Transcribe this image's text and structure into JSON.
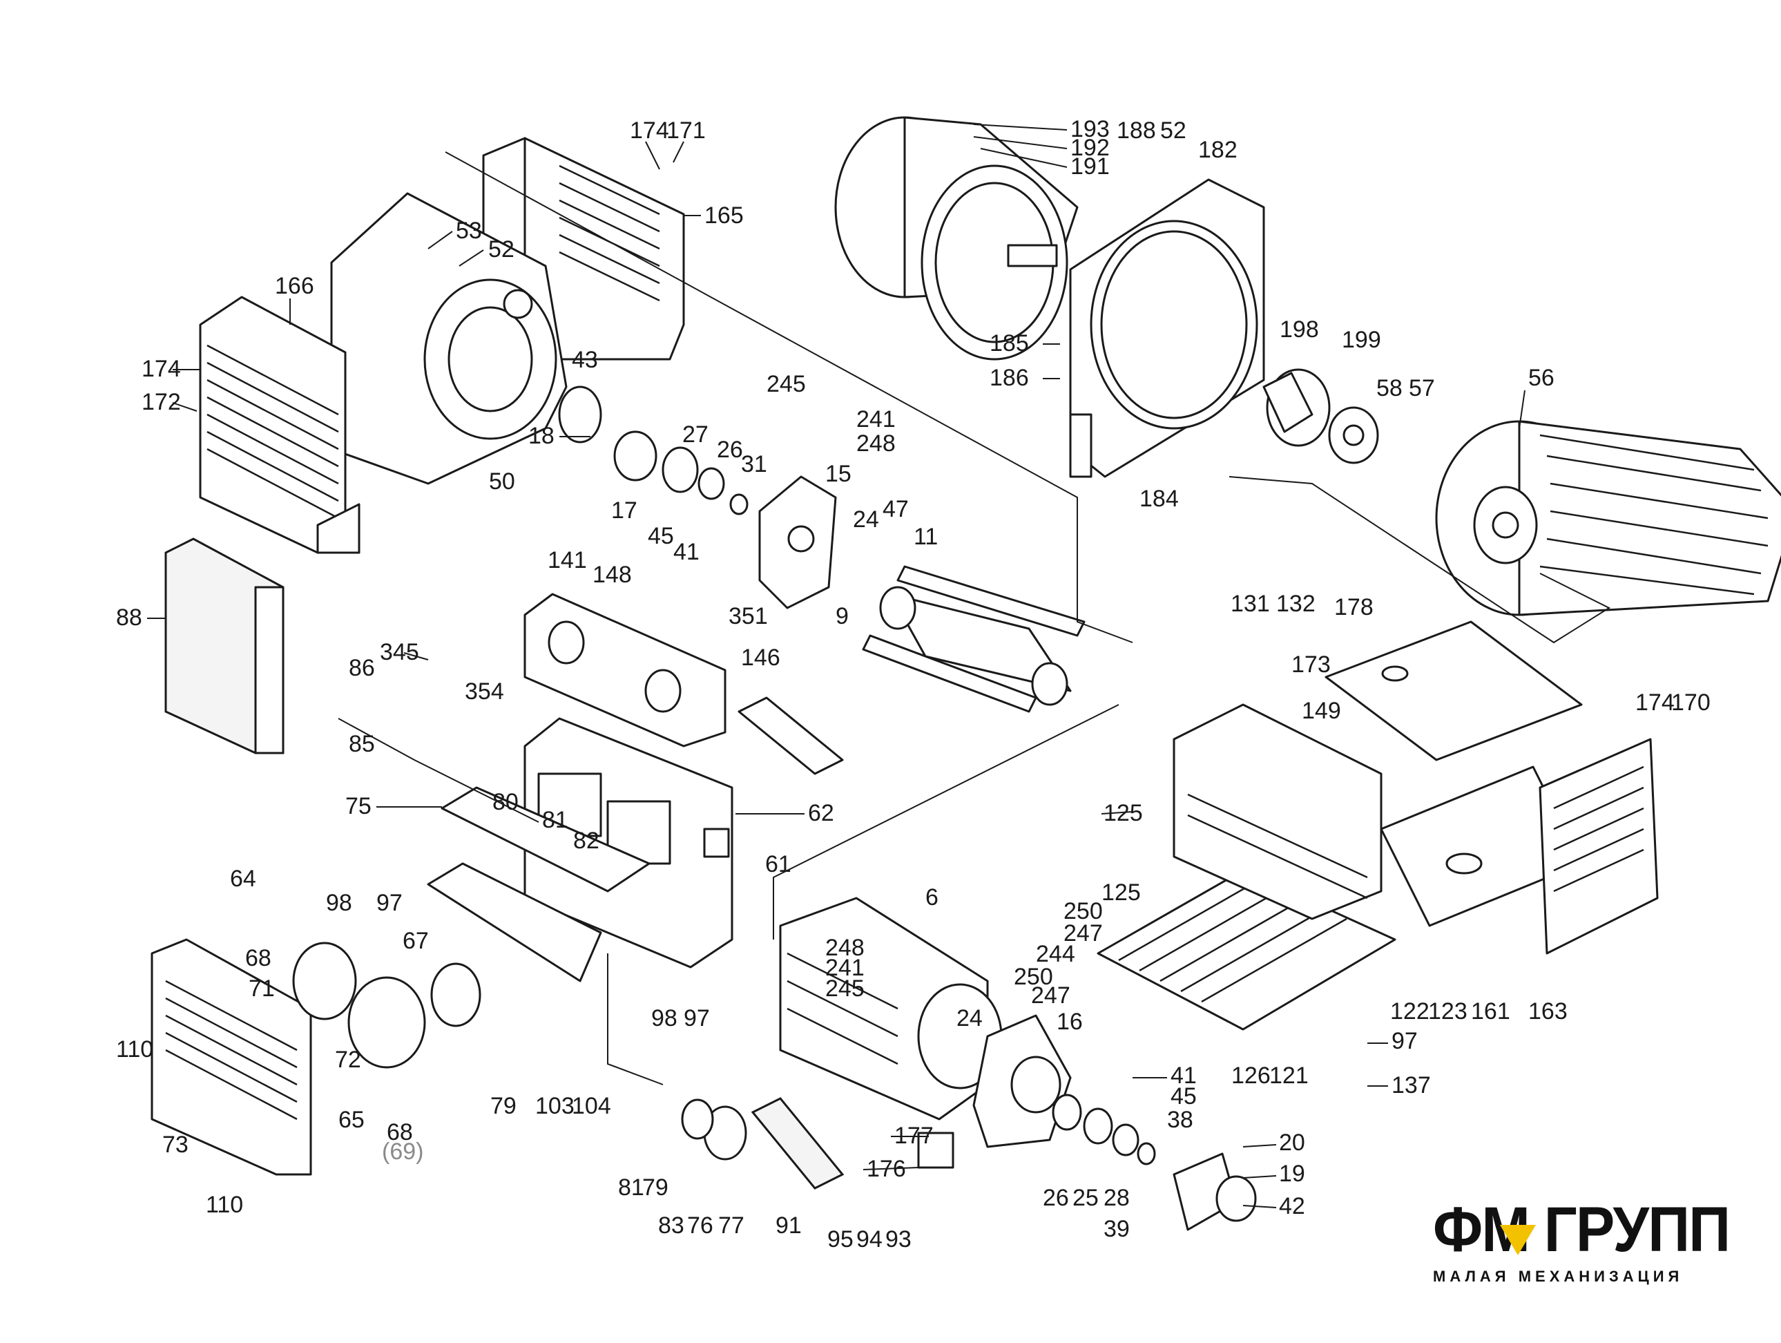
{
  "callouts": [
    "174",
    "171",
    "193",
    "192",
    "191",
    "188",
    "52",
    "182",
    "165",
    "53",
    "52",
    "166",
    "174",
    "172",
    "43",
    "18",
    "50",
    "185",
    "186",
    "198",
    "199",
    "58",
    "57",
    "56",
    "245",
    "241",
    "248",
    "27",
    "26",
    "31",
    "17",
    "15",
    "184",
    "45",
    "41",
    "24",
    "47",
    "11",
    "141",
    "148",
    "351",
    "9",
    "88",
    "86",
    "345",
    "146",
    "354",
    "85",
    "62",
    "131",
    "132",
    "178",
    "173",
    "149",
    "174",
    "170",
    "75",
    "80",
    "81",
    "82",
    "61",
    "125",
    "6",
    "64",
    "98",
    "97",
    "250",
    "247",
    "244",
    "125",
    "68",
    "67",
    "248",
    "241",
    "245",
    "250",
    "247",
    "71",
    "24",
    "110",
    "72",
    "65",
    "98",
    "97",
    "16",
    "41",
    "45",
    "126",
    "121",
    "122",
    "123",
    "161",
    "163",
    "97",
    "137",
    "68",
    "79",
    "103",
    "104",
    "110",
    "73",
    "177",
    "176",
    "81",
    "79",
    "83",
    "76",
    "77",
    "91",
    "95",
    "94",
    "93",
    "26",
    "25",
    "28",
    "39",
    "38",
    "20",
    "19",
    "42"
  ],
  "callout_grey": "(69)",
  "logo": {
    "name": "ФМ ГРУПП",
    "tagline": "МАЛАЯ МЕХАНИЗАЦИЯ",
    "accent_color": "#f2c200"
  }
}
